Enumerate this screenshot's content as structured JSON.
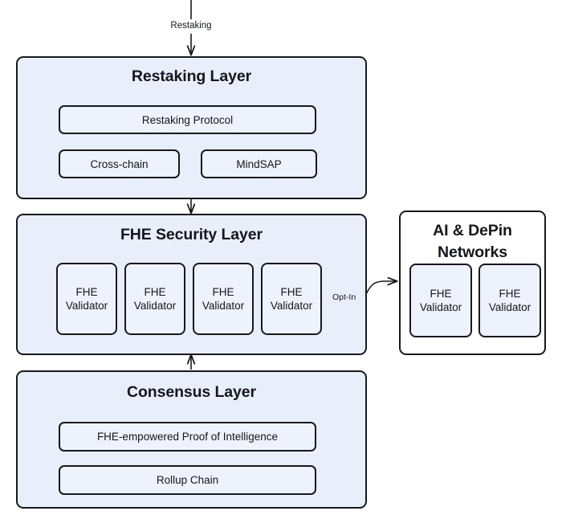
{
  "diagram": {
    "title": "Layered architecture stack",
    "background": "#ffffff",
    "panel_fill": "#e9eefb",
    "cell_fill": "#eef2fc",
    "stroke": "#17191c"
  },
  "flow": {
    "top_label": "Restaking"
  },
  "layers": {
    "restaking": {
      "title": "Restaking Layer",
      "cells": [
        {
          "label": "Restaking Protocol"
        },
        {
          "label": "Cross-chain"
        },
        {
          "label": "MindSAP"
        }
      ]
    },
    "fhe_security": {
      "title": "FHE Security Layer",
      "optin_label": "Opt-In",
      "cells": [
        {
          "line1": "FHE",
          "line2": "Validator"
        },
        {
          "line1": "FHE",
          "line2": "Validator"
        },
        {
          "line1": "FHE",
          "line2": "Validator"
        },
        {
          "line1": "FHE",
          "line2": "Validator"
        }
      ]
    },
    "ai_depin": {
      "title_line1": "AI & DePin",
      "title_line2": "Networks",
      "cells": [
        {
          "line1": "FHE",
          "line2": "Validator"
        },
        {
          "line1": "FHE",
          "line2": "Validator"
        }
      ]
    },
    "consensus": {
      "title": "Consensus Layer",
      "cells": [
        {
          "label": "FHE-empowered Proof of Intelligence"
        },
        {
          "label": "Rollup Chain"
        }
      ]
    }
  }
}
